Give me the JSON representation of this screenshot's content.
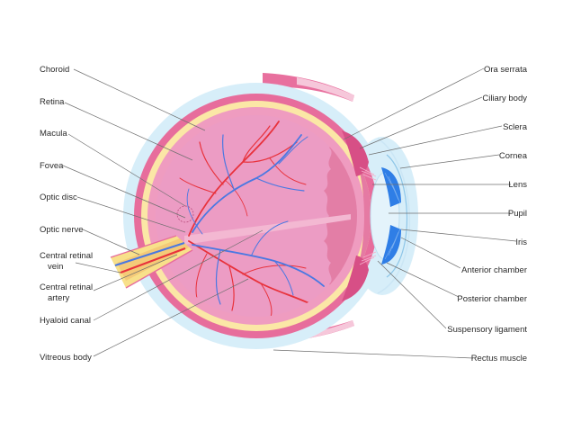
{
  "labels": {
    "choroid": "Choroid",
    "retina": "Retina",
    "macula": "Macula",
    "fovea": "Fovea",
    "optic_disc": "Optic disc",
    "optic_nerve": "Optic nerve",
    "central_retinal_vein_1": "Central retinal",
    "central_retinal_vein_2": "vein",
    "central_retinal_artery_1": "Central retinal",
    "central_retinal_artery_2": "artery",
    "hyaloid_canal": "Hyaloid canal",
    "vitreous_body": "Vitreous body",
    "ora_serrata": "Ora serrata",
    "ciliary_body": "Ciliary body",
    "sclera": "Sclera",
    "cornea": "Cornea",
    "lens": "Lens",
    "pupil": "Pupil",
    "iris": "Iris",
    "anterior_chamber": "Anterior chamber",
    "posterior_chamber": "Posterior chamber",
    "suspensory_ligament": "Suspensory ligament",
    "rectus_muscle": "Rectus muscle"
  },
  "colors": {
    "sclera_outer": "#d7eef9",
    "sclera_band": "#e76d9c",
    "choroid_band": "#fbe7a6",
    "retina_band": "#ef9cc0",
    "vitreous": "#ec9cc4",
    "artery": "#e8323c",
    "vein": "#4a78e2",
    "iris": "#2f7ee6",
    "lens": "#e4f3fb",
    "nerve": "#f8e08a"
  }
}
